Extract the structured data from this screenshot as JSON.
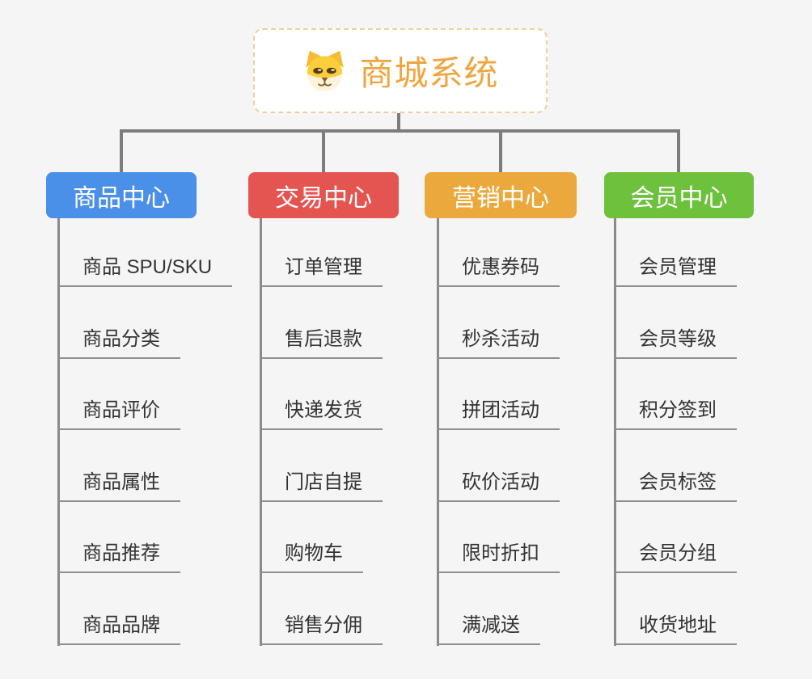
{
  "app": {
    "background_color": "#F5F5F5",
    "connector_color": "#7D7D7D",
    "underline_color": "#8F8F8F"
  },
  "root": {
    "title": "商城系统",
    "icon": "shiba-dog-face-icon",
    "text_color": "#F0A63F",
    "border_color": "#F2CF96"
  },
  "branches": [
    {
      "label": "商品中心",
      "color": "#4A8FE8",
      "items": [
        "商品 SPU/SKU",
        "商品分类",
        "商品评价",
        "商品属性",
        "商品推荐",
        "商品品牌"
      ]
    },
    {
      "label": "交易中心",
      "color": "#E45551",
      "items": [
        "订单管理",
        "售后退款",
        "快递发货",
        "门店自提",
        "购物车",
        "销售分佣"
      ]
    },
    {
      "label": "营销中心",
      "color": "#EBA93D",
      "items": [
        "优惠券码",
        "秒杀活动",
        "拼团活动",
        "砍价活动",
        "限时折扣",
        "满减送"
      ]
    },
    {
      "label": "会员中心",
      "color": "#6EC13C",
      "items": [
        "会员管理",
        "会员等级",
        "积分签到",
        "会员标签",
        "会员分组",
        "收货地址"
      ]
    }
  ]
}
